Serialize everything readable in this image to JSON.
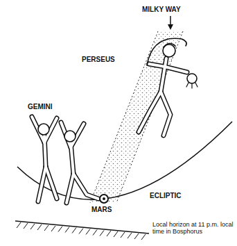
{
  "diagram": {
    "labels": [
      "MILKY WAY",
      "PERSEUS",
      "GEMINI",
      "ECLIPTIC",
      "MARS",
      "Local horizon at 11 p.m. local time in Bosphorus"
    ]
  }
}
